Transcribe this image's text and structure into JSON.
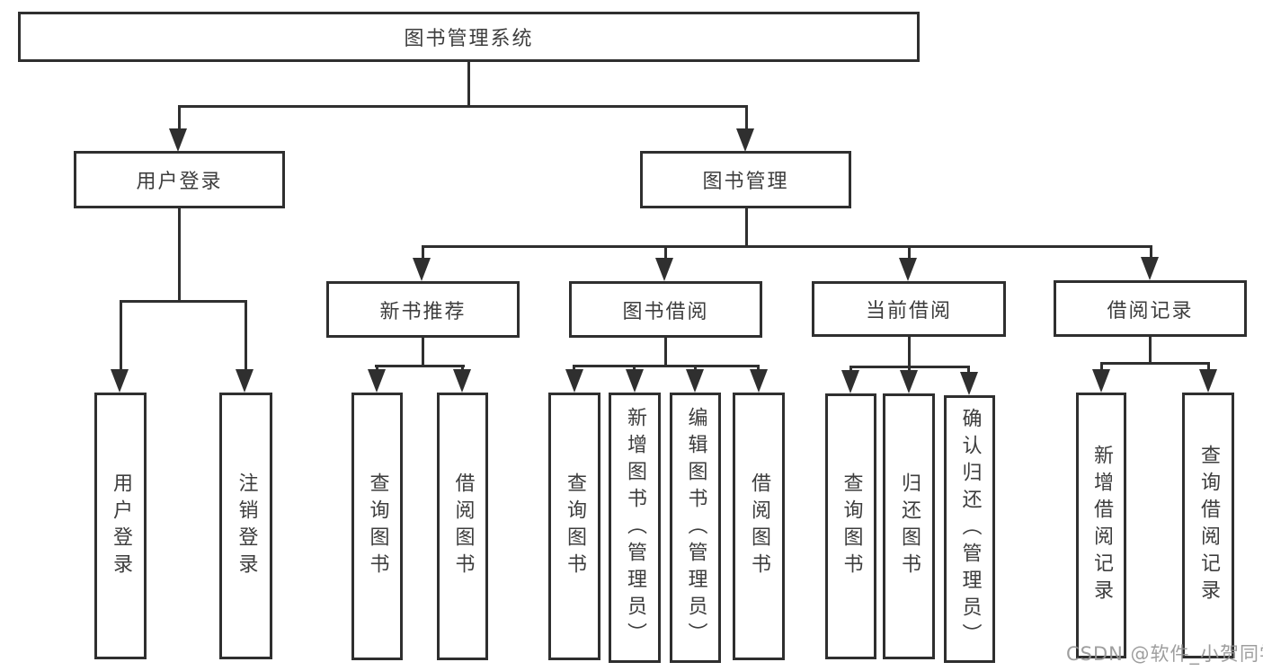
{
  "diagram": {
    "root": "图书管理系统",
    "level2": {
      "user_login": "用户登录",
      "book_mgmt": "图书管理"
    },
    "level3": {
      "new_book": "新书推荐",
      "borrow": "图书借阅",
      "current": "当前借阅",
      "records": "借阅记录"
    },
    "leaves": {
      "user_login": [
        "用户登录",
        "注销登录"
      ],
      "new_book": [
        "查询图书",
        "借阅图书"
      ],
      "borrow": [
        "查询图书",
        "新增图书（管理员）",
        "编辑图书（管理员）",
        "借阅图书"
      ],
      "current": [
        "查询图书",
        "归还图书",
        "确认归还（管理员）"
      ],
      "records": [
        "新增借阅记录",
        "查询借阅记录"
      ]
    }
  },
  "watermark": "CSDN @软件_小贺同学",
  "colors": {
    "line": "#2f2f2f",
    "text": "#3d3d3d",
    "background": "#ffffff",
    "watermark": "#949494"
  }
}
